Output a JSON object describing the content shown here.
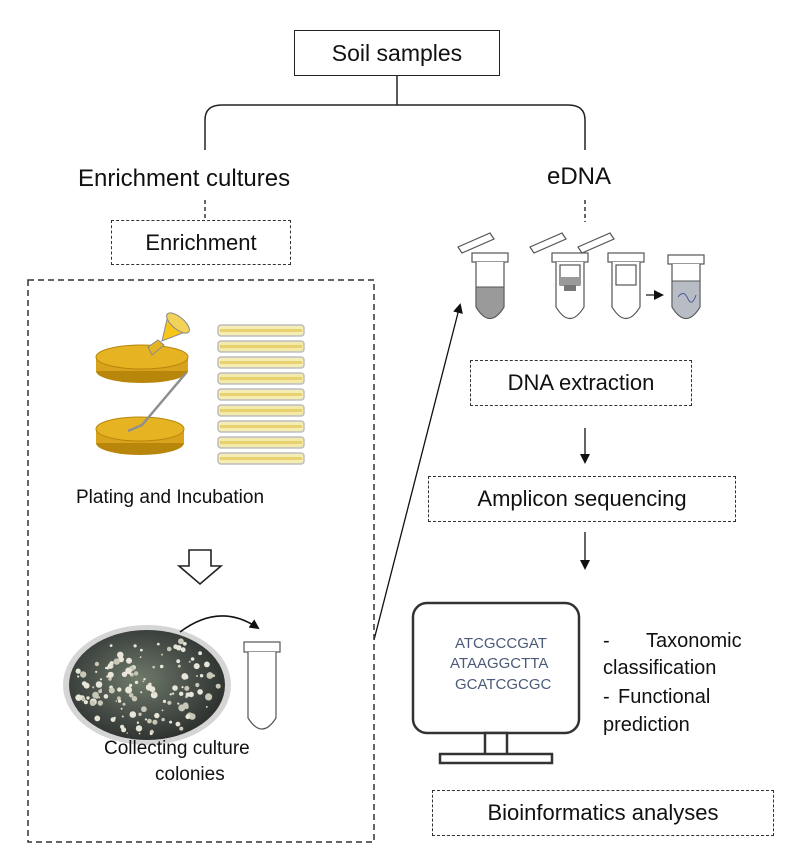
{
  "root": {
    "label": "Soil samples"
  },
  "left_branch": {
    "title": "Enrichment cultures",
    "step": "Enrichment",
    "plating_caption": "Plating and Incubation",
    "colonies_caption_line1": "Collecting culture",
    "colonies_caption_line2": "colonies"
  },
  "right_branch": {
    "title": "eDNA",
    "extraction": "DNA extraction",
    "sequencing": "Amplicon sequencing",
    "sequences": [
      "ATCGCCGAT",
      "ATAAGGCTTA",
      "GCATCGCGC"
    ],
    "outputs": [
      {
        "dash": "-",
        "text": "Taxonomic"
      },
      {
        "dash": "",
        "text": "classification"
      },
      {
        "dash": "-",
        "text": "Functional"
      },
      {
        "dash": "",
        "text": "prediction"
      }
    ],
    "analysis": "Bioinformatics analyses"
  },
  "colors": {
    "agar": "#e6b422",
    "agar_dark": "#b8860b",
    "plate_rim": "#c9c9c9",
    "tube_fill": "#9a9a9a",
    "seq_text": "#4a5a78"
  }
}
